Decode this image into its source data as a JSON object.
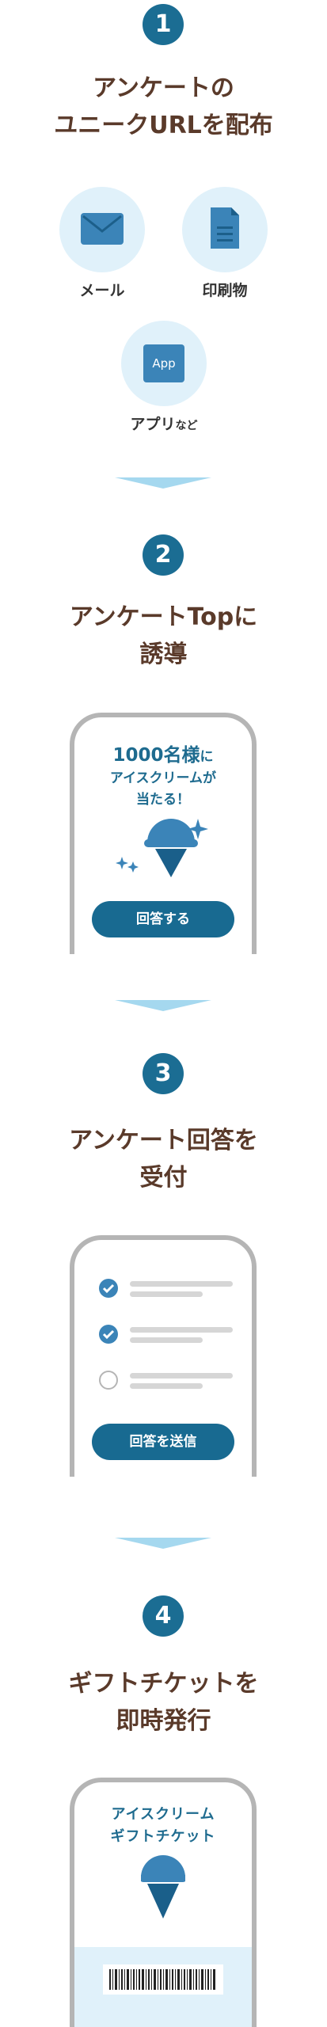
{
  "steps": [
    {
      "number": "1",
      "title_lines": [
        "アンケートの",
        "ユニークURLを配布"
      ]
    },
    {
      "number": "2",
      "title_lines": [
        "アンケートTopに",
        "誘導"
      ]
    },
    {
      "number": "3",
      "title_lines": [
        "アンケート回答を",
        "受付"
      ]
    },
    {
      "number": "4",
      "title_lines": [
        "ギフトチケットを",
        "即時発行"
      ]
    }
  ],
  "channels": {
    "mail": {
      "label": "メール",
      "icon": "envelope-icon"
    },
    "print": {
      "label": "印刷物",
      "icon": "document-icon"
    },
    "app": {
      "label": "アプリ",
      "label_suffix": "など",
      "badge": "App",
      "icon": "app-icon"
    }
  },
  "survey_top": {
    "headline_number": "1000名様",
    "headline_particle": "に",
    "line2": "アイスクリームが",
    "line3": "当たる！",
    "button": "回答する"
  },
  "survey_form": {
    "options": [
      {
        "state": "checked"
      },
      {
        "state": "checked"
      },
      {
        "state": "unchecked"
      }
    ],
    "submit": "回答を送信"
  },
  "gift_ticket": {
    "line1": "アイスクリーム",
    "line2": "ギフトチケット"
  },
  "colors": {
    "primary": "#1b6d93",
    "title_text": "#5a3a2a",
    "circle_bg": "#e0f1fa",
    "chevron": "#a5d8ef",
    "icon_blue": "#3b84b8"
  }
}
